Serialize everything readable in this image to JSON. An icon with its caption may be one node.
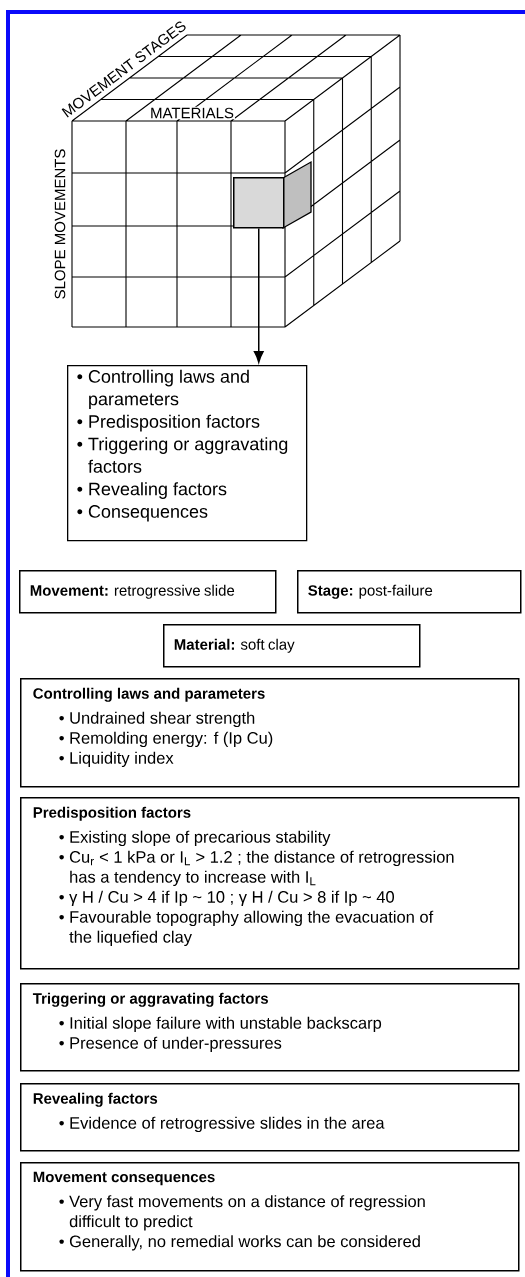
{
  "diagram": {
    "nodes": [
      {
        "text": [],
        "shape": "box"
      },
      {
        "text": [
          "• Controlling laws and parameters",
          "• Predisposition factors",
          "• Triggering or aggravating factors",
          "• Revealing factors",
          "• Consequences"
        ]
      },
      {
        "text": [
          "**Movement:** retrogressive slide"
        ]
      },
      {
        "text": [
          "**Stage:** post-failure"
        ]
      },
      {
        "text": [
          "**Material:** soft clay"
        ]
      },
      {
        "text": [
          "Controlling laws and parameters",
          "• Undrained shear strength",
          "• Remolding energy: f (Ip Cu)",
          "• Liquidity index"
        ]
      },
      {
        "text": [
          "Predisposition factors",
          "• Existing slope of precarious stability",
          "• Cu$_{r}$ < 1 kPa or I$_{L}$ > 1.2 ; the distance of retrogression has a tendency to increase with I$_{L}$",
          "• γ H / Cu > 4 if Ip ~ 10 ; γ H / Cu > 8 if Ip ~ 40",
          "• Favourable topography allowing the evacuation of the liquefied clay"
        ]
      },
      {
        "text": [
          "Triggering or aggravating factors",
          "• Initial slope failure with unstable backscarp",
          "• Presence of under-pressures"
        ]
      },
      {
        "text": [
          "Revealing factors",
          "• Evidence of retrogressive slides in the area"
        ]
      },
      {
        "text": [
          "Movement consequences",
          "• Very fast movements on a distance of regression difficult to predict",
          "• Generally, no remedial works can be considered"
        ]
      }
    ],
    "edges": [
      {
        "from": 0,
        "to": 1,
        "arrow": "to"
      }
    ],
    "labels": [
      "MOVEMENT STAGES",
      "MATERIALS",
      "SLOPE MOVEMENTS"
    ]
  }
}
